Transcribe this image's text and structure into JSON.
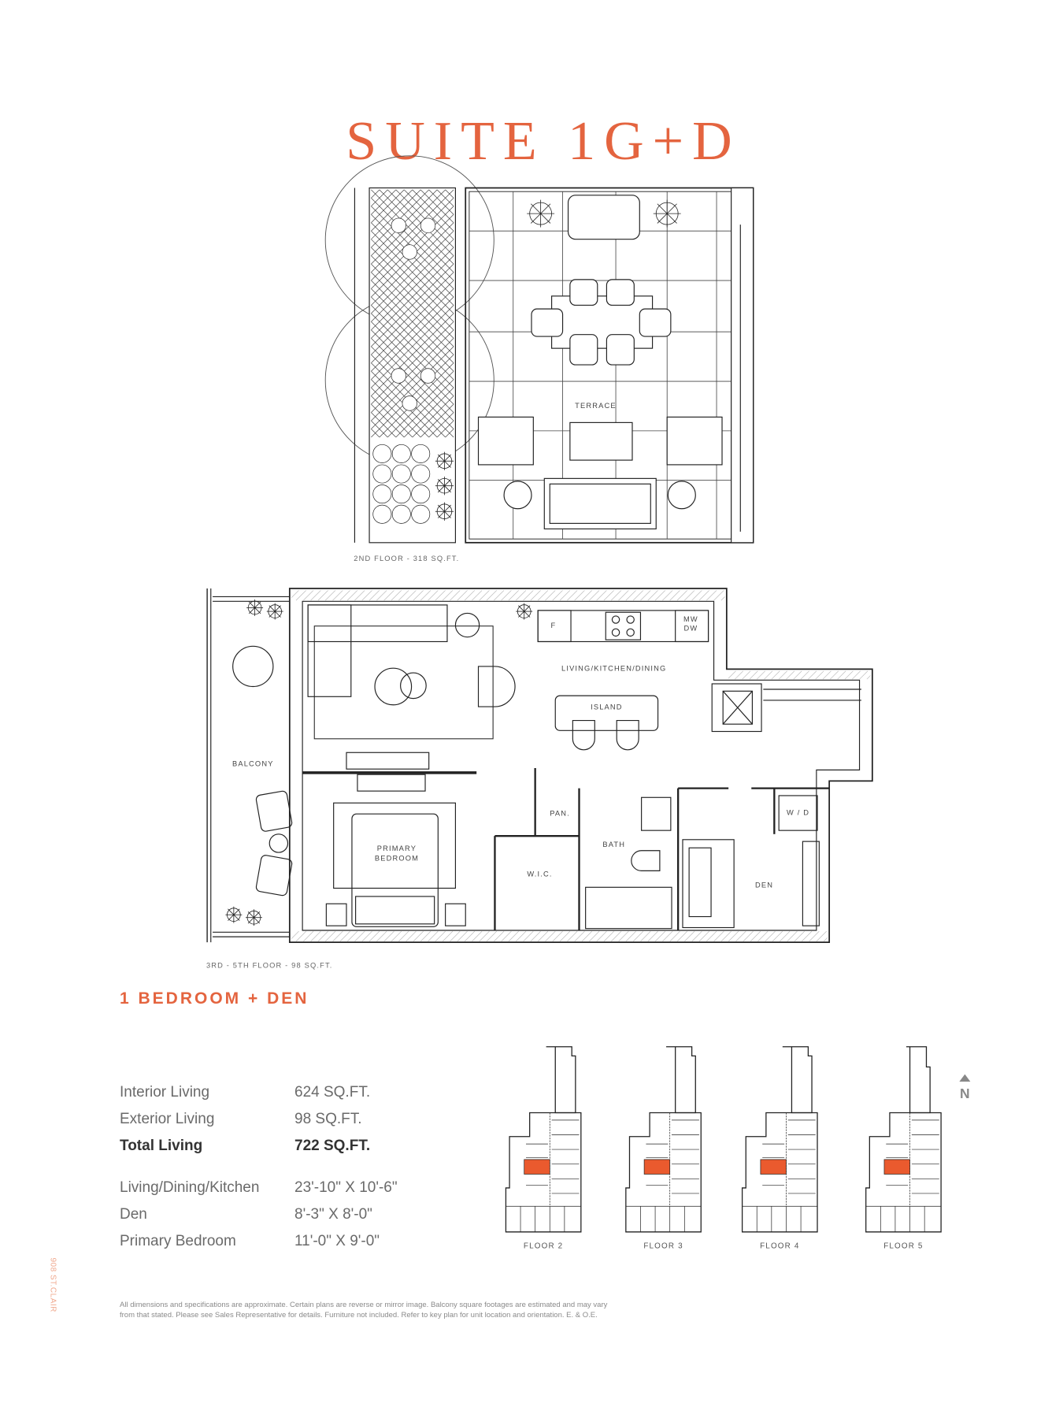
{
  "title": "SUITE 1G+D",
  "side_label": "908 ST.CLAIR",
  "terrace_plan": {
    "caption": "2ND FLOOR - 318 SQ.FT.",
    "rooms": {
      "terrace": "TERRACE"
    }
  },
  "main_plan": {
    "caption": "3RD - 5TH FLOOR - 98 SQ.FT.",
    "rooms": {
      "living": "LIVING/KITCHEN/DINING",
      "island": "ISLAND",
      "balcony": "BALCONY",
      "bedroom_1": "PRIMARY",
      "bedroom_2": "BEDROOM",
      "pantry": "PAN.",
      "wic": "W.I.C.",
      "bath": "BATH",
      "den": "DEN",
      "wd": "W / D",
      "mw": "MW",
      "dw": "DW",
      "fridge": "F"
    }
  },
  "unit_type": "1 BEDROOM + DEN",
  "specs": [
    {
      "label": "Interior Living",
      "value": "624 SQ.FT."
    },
    {
      "label": "Exterior Living",
      "value": "98 SQ.FT."
    },
    {
      "label": "Total Living",
      "value": "722 SQ.FT."
    },
    {
      "label": "Living/Dining/Kitchen",
      "value": "23'-10\" X 10'-6\""
    },
    {
      "label": "Den",
      "value": "8'-3\" X 8'-0\""
    },
    {
      "label": "Primary Bedroom",
      "value": "11'-0\" X 9'-0\""
    }
  ],
  "key_plans": [
    {
      "label": "FLOOR 2"
    },
    {
      "label": "FLOOR 3"
    },
    {
      "label": "FLOOR 4"
    },
    {
      "label": "FLOOR 5"
    }
  ],
  "north_label": "N",
  "footer_line1": "All dimensions and specifications are approximate. Certain plans are reverse or mirror image. Balcony square footages are estimated and may vary",
  "footer_line2": "from that stated. Please see Sales Representative for details. Furniture not included. Refer to key plan for unit location and orientation. E. & O.E.",
  "colors": {
    "accent": "#e4643f",
    "highlight": "#ea5a2e",
    "line": "#222222"
  }
}
